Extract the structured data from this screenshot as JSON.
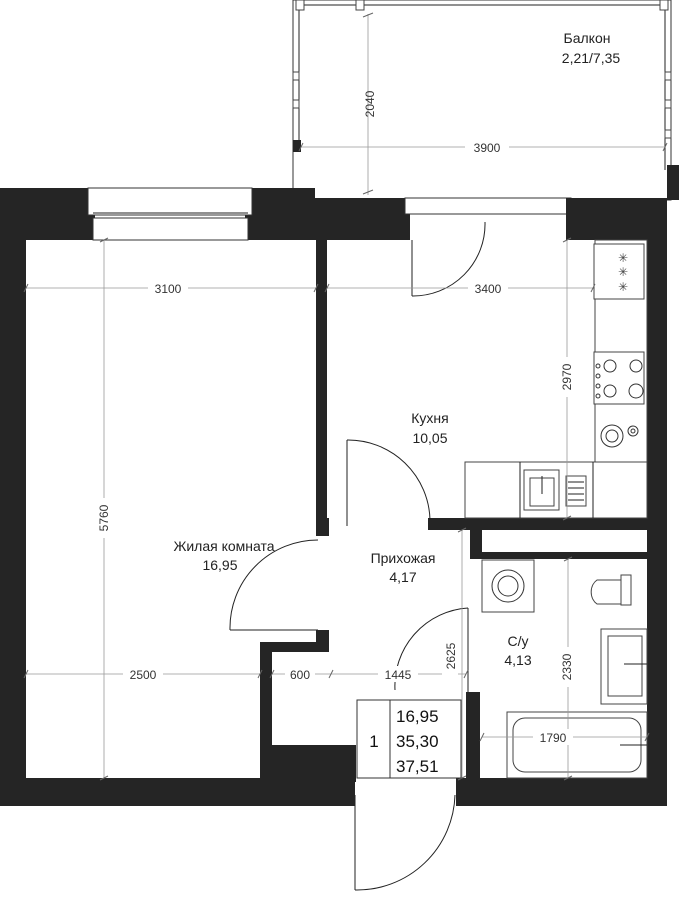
{
  "rooms": {
    "balcony": {
      "name": "Балкон",
      "area": "2,21/7,35"
    },
    "kitchen": {
      "name": "Кухня",
      "area": "10,05"
    },
    "living": {
      "name": "Жилая комната",
      "area": "16,95"
    },
    "hall": {
      "name": "Прихожая",
      "area": "4,17"
    },
    "bath": {
      "name": "С/у",
      "area": "4,13"
    }
  },
  "dimensions": {
    "balcony_height": "2040",
    "balcony_width": "3900",
    "living_width": "3100",
    "kitchen_width": "3400",
    "kitchen_depth": "2970",
    "living_depth": "5760",
    "living_bottom_width": "2500",
    "hall_width_1": "600",
    "hall_width_2": "1445",
    "hall_depth": "2625",
    "bath_depth": "2330",
    "bath_width": "1790"
  },
  "summary": {
    "rooms_count": "1",
    "living_area": "16,95",
    "total_area": "35,30",
    "total_with_balcony": "37,51"
  }
}
